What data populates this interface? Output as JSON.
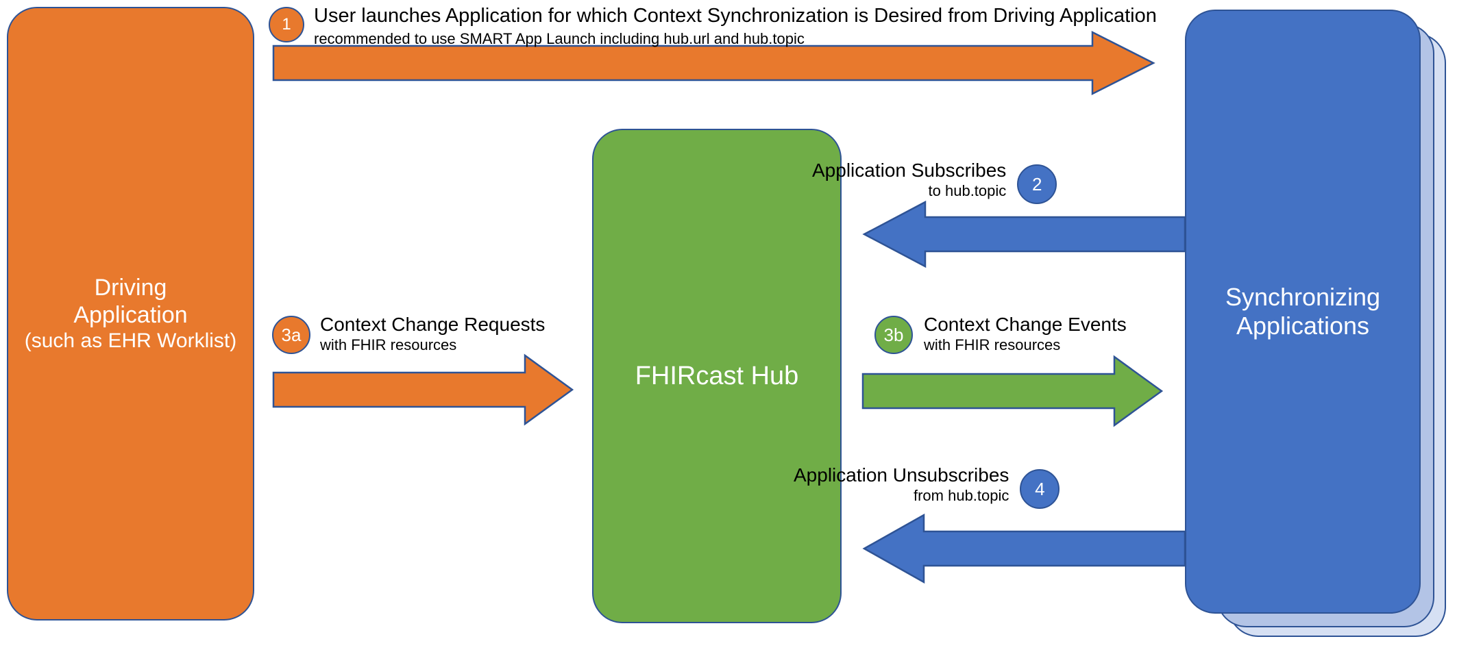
{
  "diagram": {
    "title": "FHIRcast context synchronization flow",
    "colors": {
      "orange": "#E8792D",
      "green": "#70AD47",
      "blue": "#4472C4",
      "outline": "#2E5395",
      "stack_layer_1": "#B3C4E6",
      "stack_layer_2": "#D6E0F3"
    }
  },
  "nodes": {
    "driving_application": {
      "line1": "Driving",
      "line2": "Application",
      "line3": "(such as EHR Worklist)"
    },
    "hub": {
      "label": "FHIRcast Hub"
    },
    "synchronizing_applications": {
      "line1": "Synchronizing",
      "line2": "Applications"
    }
  },
  "steps": [
    {
      "id": "1",
      "badge": "1",
      "badge_color": "orange",
      "title": "User launches Application for which Context  Synchronization is Desired from Driving Application",
      "subtitle": "recommended to use SMART App Launch including hub.url and hub.topic",
      "arrow_color": "#E8792D",
      "direction": "right"
    },
    {
      "id": "2",
      "badge": "2",
      "badge_color": "blue",
      "title": "Application Subscribes",
      "subtitle": "to hub.topic",
      "arrow_color": "#4472C4",
      "direction": "left"
    },
    {
      "id": "3a",
      "badge": "3a",
      "badge_color": "orange",
      "title": "Context Change Requests",
      "subtitle": "with FHIR resources",
      "arrow_color": "#E8792D",
      "direction": "right"
    },
    {
      "id": "3b",
      "badge": "3b",
      "badge_color": "green",
      "title": "Context Change Events",
      "subtitle": "with FHIR resources",
      "arrow_color": "#70AD47",
      "direction": "right"
    },
    {
      "id": "4",
      "badge": "4",
      "badge_color": "blue",
      "title": "Application Unsubscribes",
      "subtitle": "from hub.topic",
      "arrow_color": "#4472C4",
      "direction": "left"
    }
  ]
}
